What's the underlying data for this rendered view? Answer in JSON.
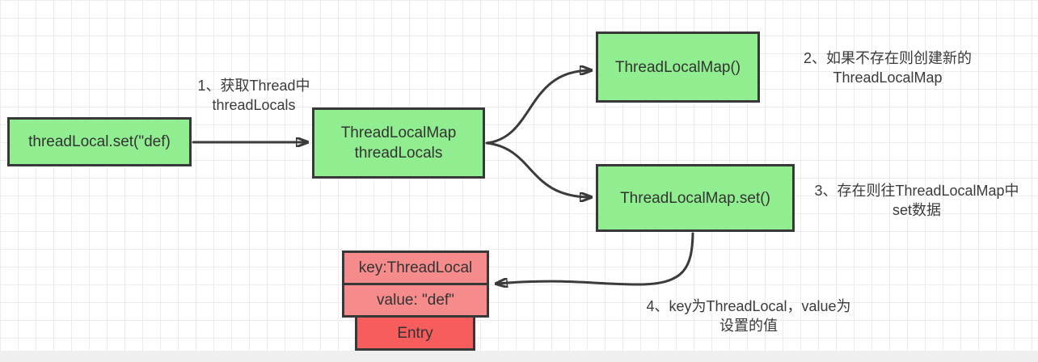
{
  "canvas": {
    "background": "#ffffff",
    "grid_color": "#ececec",
    "bottom_edge_color": "#efefef"
  },
  "colors": {
    "node_green": "#90ee90",
    "node_pink": "#f58b8b",
    "node_red": "#f75d5d",
    "node_border": "#383838",
    "arrow": "#3b3b3b",
    "text": "#333333"
  },
  "nodes": {
    "thread_local_set": {
      "label": "threadLocal.set(\"def)"
    },
    "thread_locals": {
      "line1": "ThreadLocalMap",
      "line2": "threadLocals"
    },
    "thread_local_map_new": {
      "label": "ThreadLocalMap()"
    },
    "thread_local_map_set": {
      "label": "ThreadLocalMap.set()"
    },
    "entry_key": {
      "label": "key:ThreadLocal"
    },
    "entry_value": {
      "label": "value: \"def\""
    },
    "entry": {
      "label": "Entry"
    }
  },
  "notes": {
    "step1": {
      "line1": "1、获取Thread中",
      "line2": "threadLocals"
    },
    "step2": {
      "line1": "2、如果不存在则创建新的",
      "line2": "ThreadLocalMap"
    },
    "step3": {
      "line1": "3、存在则往ThreadLocalMap中",
      "line2": "set数据"
    },
    "step4": {
      "line1": "4、key为ThreadLocal，value为",
      "line2": "设置的值"
    }
  }
}
